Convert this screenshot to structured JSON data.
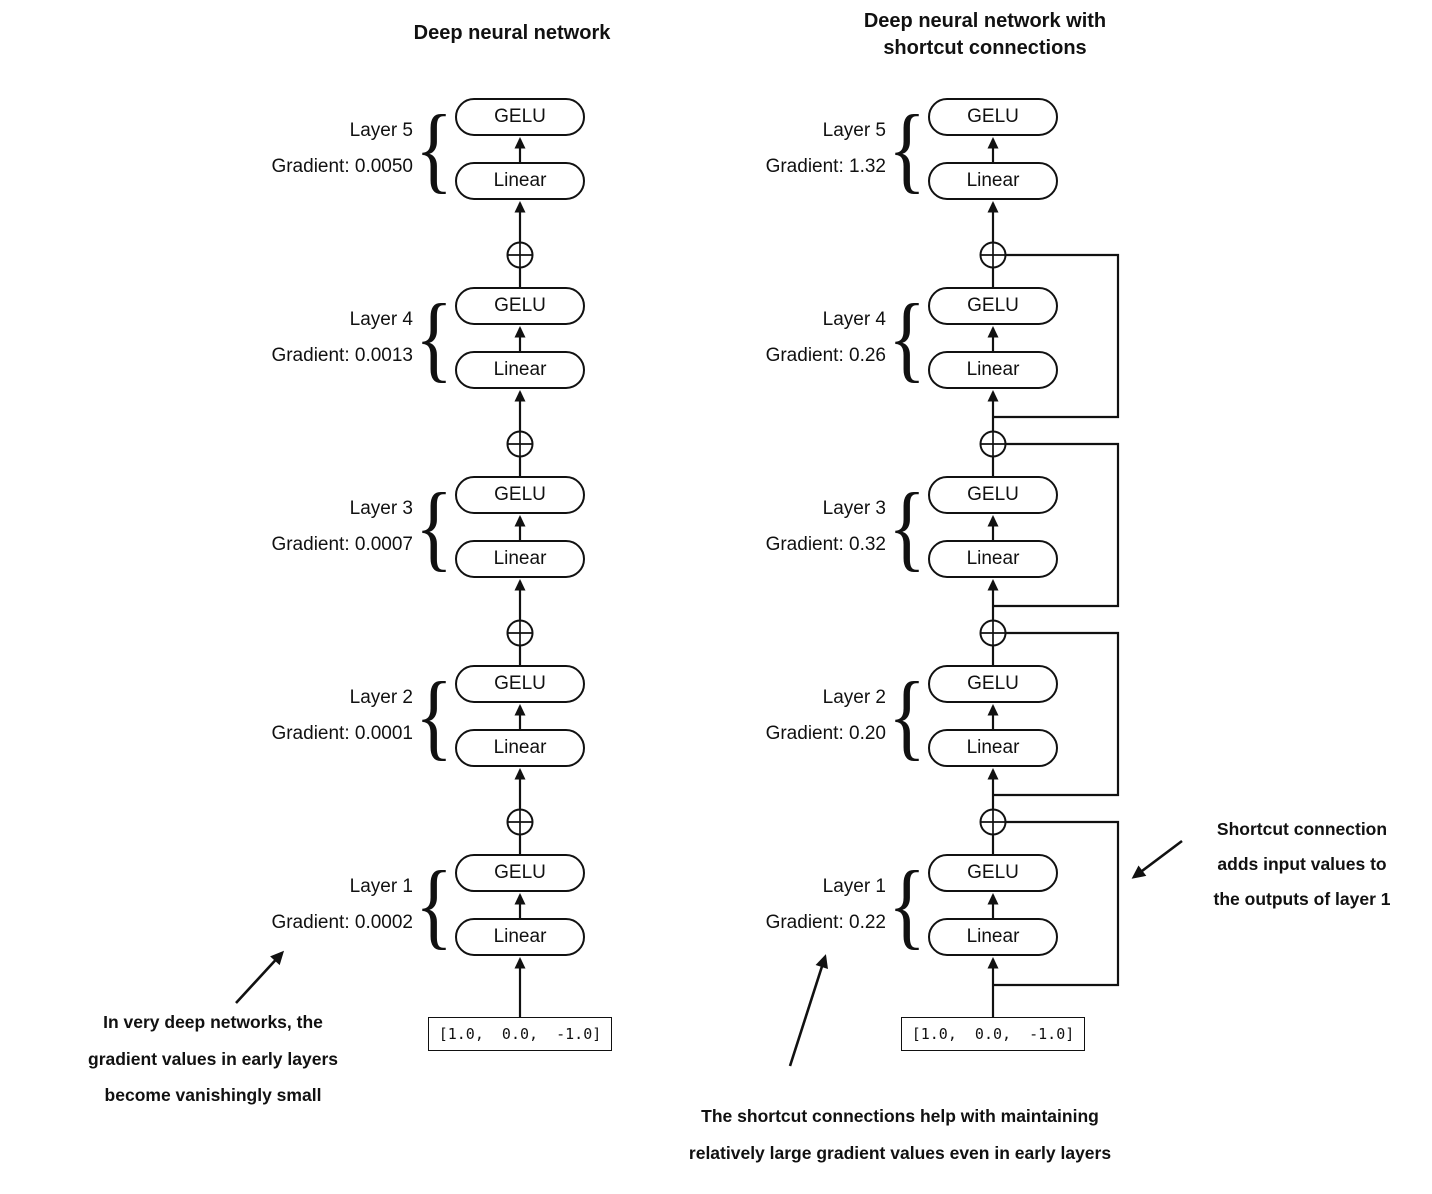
{
  "colors": {
    "ink": "#111111",
    "background": "#ffffff"
  },
  "icons": {
    "brace": "{",
    "add_node": "⊕"
  },
  "left": {
    "title": "Deep neural network",
    "layers": [
      {
        "name": "Layer 5",
        "gradient": "Gradient: 0.0050",
        "activation": "GELU",
        "linear": "Linear"
      },
      {
        "name": "Layer 4",
        "gradient": "Gradient: 0.0013",
        "activation": "GELU",
        "linear": "Linear"
      },
      {
        "name": "Layer 3",
        "gradient": "Gradient: 0.0007",
        "activation": "GELU",
        "linear": "Linear"
      },
      {
        "name": "Layer 2",
        "gradient": "Gradient: 0.0001",
        "activation": "GELU",
        "linear": "Linear"
      },
      {
        "name": "Layer 1",
        "gradient": "Gradient: 0.0002",
        "activation": "GELU",
        "linear": "Linear"
      }
    ],
    "input": "[1.0,  0.0,  -1.0]",
    "note_lines": [
      "In very deep networks, the",
      "gradient values in early layers",
      "become vanishingly small"
    ]
  },
  "right": {
    "title_lines": [
      "Deep neural network with",
      "shortcut connections"
    ],
    "layers": [
      {
        "name": "Layer 5",
        "gradient": "Gradient: 1.32",
        "activation": "GELU",
        "linear": "Linear"
      },
      {
        "name": "Layer 4",
        "gradient": "Gradient: 0.26",
        "activation": "GELU",
        "linear": "Linear"
      },
      {
        "name": "Layer 3",
        "gradient": "Gradient: 0.32",
        "activation": "GELU",
        "linear": "Linear"
      },
      {
        "name": "Layer 2",
        "gradient": "Gradient: 0.20",
        "activation": "GELU",
        "linear": "Linear"
      },
      {
        "name": "Layer 1",
        "gradient": "Gradient: 0.22",
        "activation": "GELU",
        "linear": "Linear"
      }
    ],
    "input": "[1.0,  0.0,  -1.0]",
    "note_bottom_lines": [
      "The shortcut connections help with maintaining",
      "relatively large gradient values even in early layers"
    ],
    "note_side_lines": [
      "Shortcut connection",
      "adds input values to",
      "the outputs of layer 1"
    ]
  }
}
